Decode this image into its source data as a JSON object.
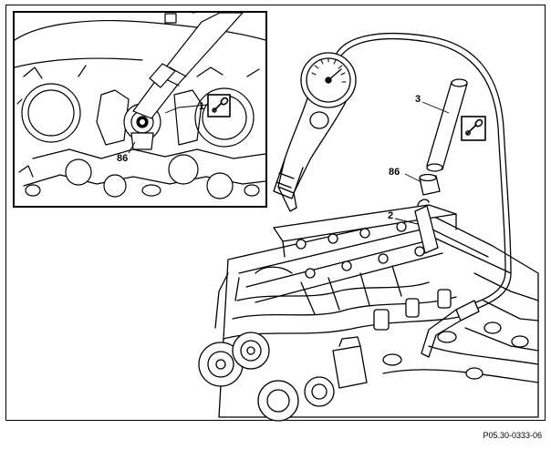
{
  "inset": {
    "callout_1": "1",
    "callout_86": "86"
  },
  "main": {
    "callout_3": "3",
    "callout_86": "86",
    "callout_2": "2"
  },
  "figure_id": "P05.30-0333-06",
  "icons": [
    "wrench-symbol-icon",
    "compression-gauge-icon",
    "engine-block",
    "spark-plug-wrench"
  ]
}
